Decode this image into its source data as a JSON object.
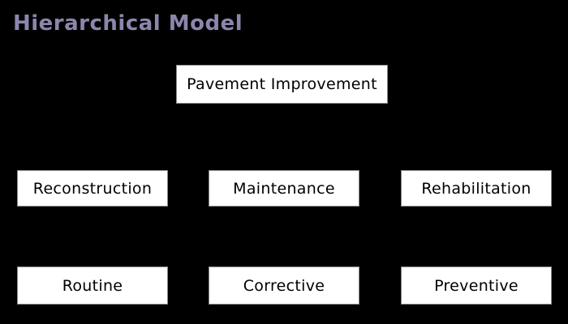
{
  "title": {
    "text": "Hierarchical Model"
  },
  "colors": {
    "background": "#000000",
    "title_text": "#8c86ad",
    "node_fill": "#ffffff",
    "node_border": "#8a8a8a",
    "node_text": "#000000"
  },
  "diagram": {
    "type": "hierarchy",
    "root": {
      "label": "Pavement Improvement"
    },
    "level2": [
      {
        "label": "Reconstruction"
      },
      {
        "label": "Maintenance"
      },
      {
        "label": "Rehabilitation"
      }
    ],
    "level3": [
      {
        "label": "Routine"
      },
      {
        "label": "Corrective"
      },
      {
        "label": "Preventive"
      }
    ]
  }
}
